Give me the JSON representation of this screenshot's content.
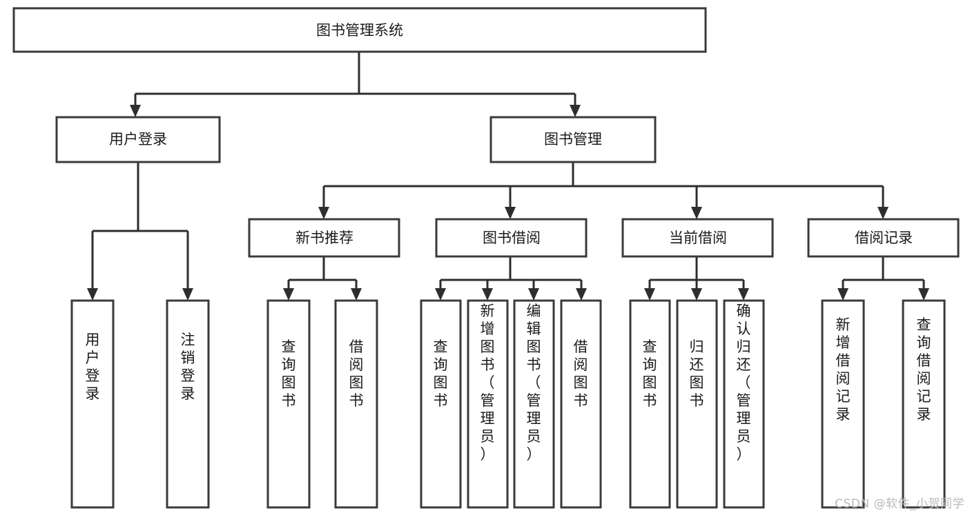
{
  "diagram": {
    "type": "tree-hierarchy",
    "orientation": "top-down",
    "root": {
      "id": "root",
      "label": "图书管理系统"
    },
    "level1": [
      {
        "id": "user-login",
        "label": "用户登录"
      },
      {
        "id": "book-manage",
        "label": "图书管理"
      }
    ],
    "level2": [
      {
        "id": "new-book-recommend",
        "label": "新书推荐",
        "parent": "book-manage"
      },
      {
        "id": "book-borrow",
        "label": "图书借阅",
        "parent": "book-manage"
      },
      {
        "id": "current-borrow",
        "label": "当前借阅",
        "parent": "book-manage"
      },
      {
        "id": "borrow-record",
        "label": "借阅记录",
        "parent": "book-manage"
      }
    ],
    "leaves": {
      "user-login": [
        {
          "id": "leaf-user-login",
          "label": "用户登录"
        },
        {
          "id": "leaf-logout-login",
          "label": "注销登录"
        }
      ],
      "new-book-recommend": [
        {
          "id": "leaf-query-book-1",
          "label": "查询图书"
        },
        {
          "id": "leaf-borrow-book-1",
          "label": "借阅图书"
        }
      ],
      "book-borrow": [
        {
          "id": "leaf-query-book-2",
          "label": "查询图书"
        },
        {
          "id": "leaf-add-book",
          "label": "新增图书（管理员）"
        },
        {
          "id": "leaf-edit-book",
          "label": "编辑图书（管理员）"
        },
        {
          "id": "leaf-borrow-book-2",
          "label": "借阅图书"
        }
      ],
      "current-borrow": [
        {
          "id": "leaf-query-book-3",
          "label": "查询图书"
        },
        {
          "id": "leaf-return-book",
          "label": "归还图书"
        },
        {
          "id": "leaf-confirm-return",
          "label": "确认归还（管理员）"
        }
      ],
      "borrow-record": [
        {
          "id": "leaf-add-record",
          "label": "新增借阅记录"
        },
        {
          "id": "leaf-query-record",
          "label": "查询借阅记录"
        }
      ]
    },
    "colors": {
      "box_stroke": "#3a3a3a",
      "box_fill": "#ffffff",
      "connector": "#2e2e2e",
      "text": "#1a1a1a",
      "background": "#ffffff",
      "watermark": "#b9b9b9"
    }
  },
  "watermark": {
    "text": "CSDN @软件_小贺同学"
  }
}
